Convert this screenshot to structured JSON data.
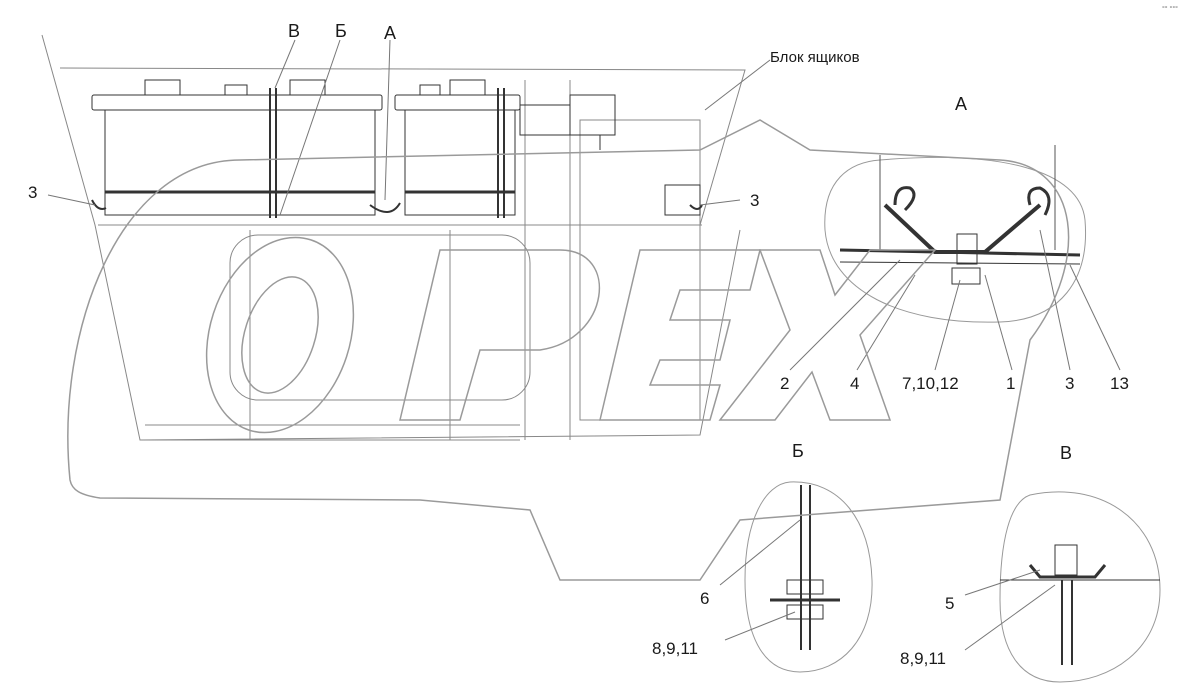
{
  "top_callouts": {
    "v": "В",
    "b": "Б",
    "a": "А"
  },
  "block_label": "Блок ящиков",
  "left_3": "3",
  "right_3": "3",
  "detail_a": {
    "title": "А",
    "parts": [
      "2",
      "4",
      "7,10,12",
      "1",
      "3",
      "13"
    ]
  },
  "detail_b": {
    "title": "Б",
    "parts": [
      "6",
      "8,9,11"
    ]
  },
  "detail_v": {
    "title": "В",
    "parts": [
      "5",
      "8,9,11"
    ]
  },
  "watermark": "OPEX",
  "corner_mark": "°° °°°"
}
